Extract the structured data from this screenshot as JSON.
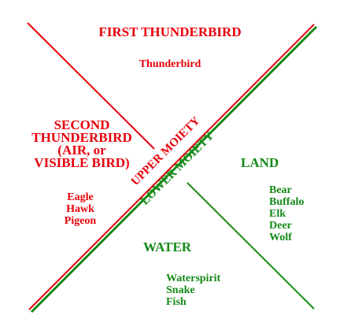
{
  "colors": {
    "upper": "#e8000b",
    "lower": "#138a16",
    "background": "#ffffff"
  },
  "upper": {
    "first_title": "FIRST THUNDERBIRD",
    "first_members": [
      "Thunderbird"
    ],
    "second_title_lines": [
      "SECOND",
      "THUNDERBIRD",
      "(AIR, or",
      "VISIBLE BIRD)"
    ],
    "second_members": [
      "Eagle",
      "Hawk",
      "Pigeon"
    ],
    "moiety_label": "UPPER MOIETY"
  },
  "lower": {
    "land_title": "LAND",
    "land_members": [
      "Bear",
      "Buffalo",
      "Elk",
      "Deer",
      "Wolf"
    ],
    "water_title": "WATER",
    "water_members": [
      "Waterspirit",
      "Snake",
      "Fish"
    ],
    "moiety_label": "LOWER MOIETY"
  }
}
